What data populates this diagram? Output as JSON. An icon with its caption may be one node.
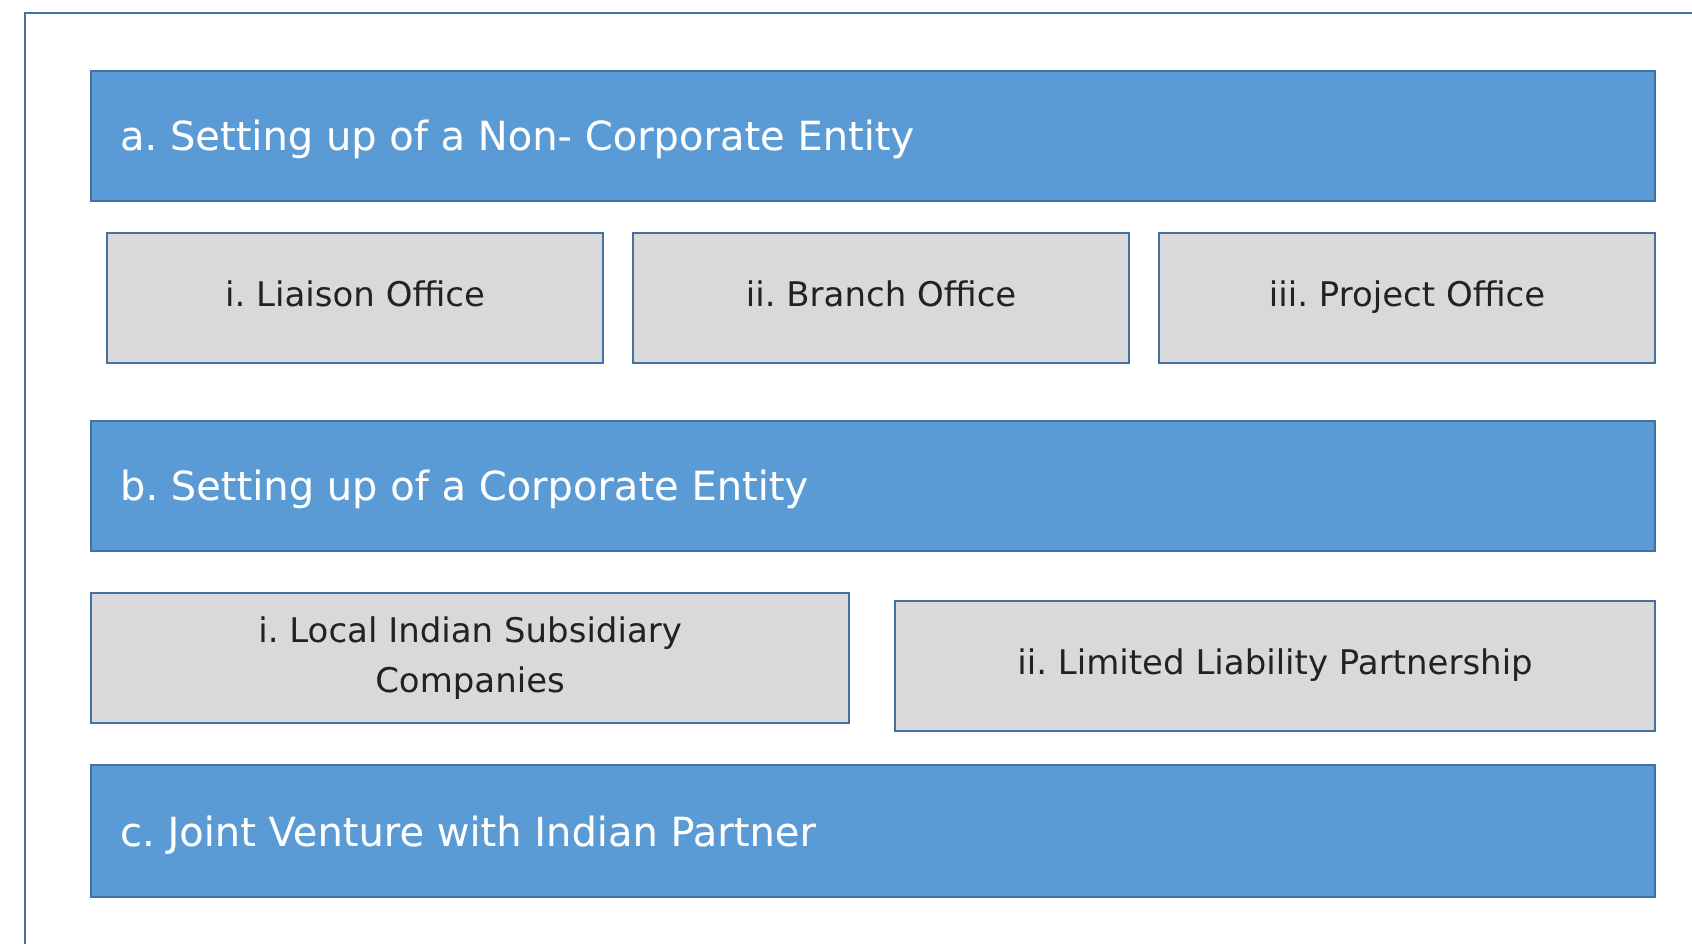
{
  "diagram": {
    "nodes": [
      {
        "text": [
          "a. Setting up of a Non- Corporate Entity"
        ]
      },
      {
        "text": [
          "i. Liaison Office"
        ]
      },
      {
        "text": [
          "ii. Branch Office"
        ]
      },
      {
        "text": [
          "iii. Project Office"
        ]
      },
      {
        "text": [
          "b. Setting up of a Corporate Entity"
        ]
      },
      {
        "text": [
          "i. Local Indian Subsidiary Companies"
        ]
      },
      {
        "text": [
          "ii. Limited Liability Partnership"
        ]
      },
      {
        "text": [
          "c. Joint Venture with Indian Partner"
        ]
      }
    ]
  }
}
